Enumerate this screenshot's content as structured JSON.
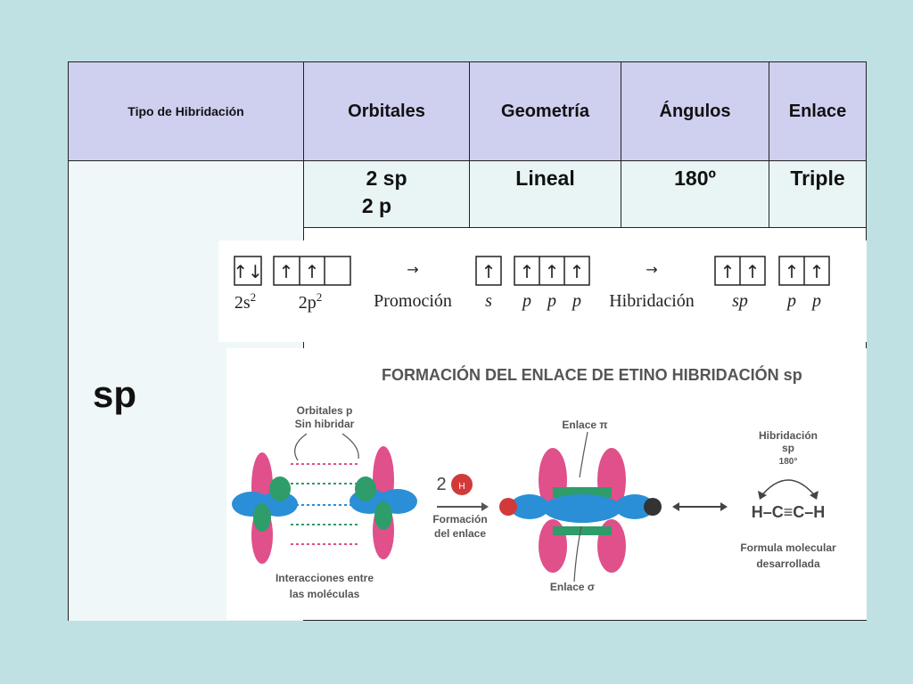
{
  "table": {
    "headers": [
      "Tipo de Hibridación",
      "Orbitales",
      "Geometría",
      "Ángulos",
      "Enlace"
    ],
    "row": {
      "orbitales_line1": "2 sp",
      "orbitales_line2": "2  p",
      "geometria": "Lineal",
      "angulos": "180º",
      "enlace": "Triple"
    },
    "tipo": "sp"
  },
  "electron_config": {
    "ground_labels": [
      "2s",
      "2p"
    ],
    "ground_superscripts": [
      "2",
      "2"
    ],
    "promotion_label": "Promoción",
    "promoted_labels": [
      "s",
      "p",
      "p",
      "p"
    ],
    "hybridization_label": "Hibridación",
    "hybrid_labels": [
      "sp",
      "p",
      "p"
    ]
  },
  "formation": {
    "title": "FORMACIÓN DEL ENLACE DE ETINO HIBRIDACIÓN sp",
    "orbitales_label_1": "Orbitales p",
    "orbitales_label_2": "Sin hibridar",
    "interacciones_1": "Interacciones entre",
    "interacciones_2": "las moléculas",
    "h_count": "2",
    "h_symbol": "H",
    "formacion_1": "Formación",
    "formacion_2": "del enlace",
    "enlace_pi": "Enlace π",
    "enlace_sigma": "Enlace σ",
    "hibridacion_1": "Hibridación",
    "hibridacion_2": "sp",
    "hibridacion_angle": "180°",
    "formula": "H–C≡C–H",
    "formula_label_1": "Formula molecular",
    "formula_label_2": "desarrollada"
  },
  "colors": {
    "background": "#bfe1e3",
    "header": "#cfcff0",
    "row": "#e9f4f4",
    "pink_lobe": "#e0508a",
    "blue_lobe": "#2a8fd6",
    "green_lobe": "#2f9d6a"
  }
}
